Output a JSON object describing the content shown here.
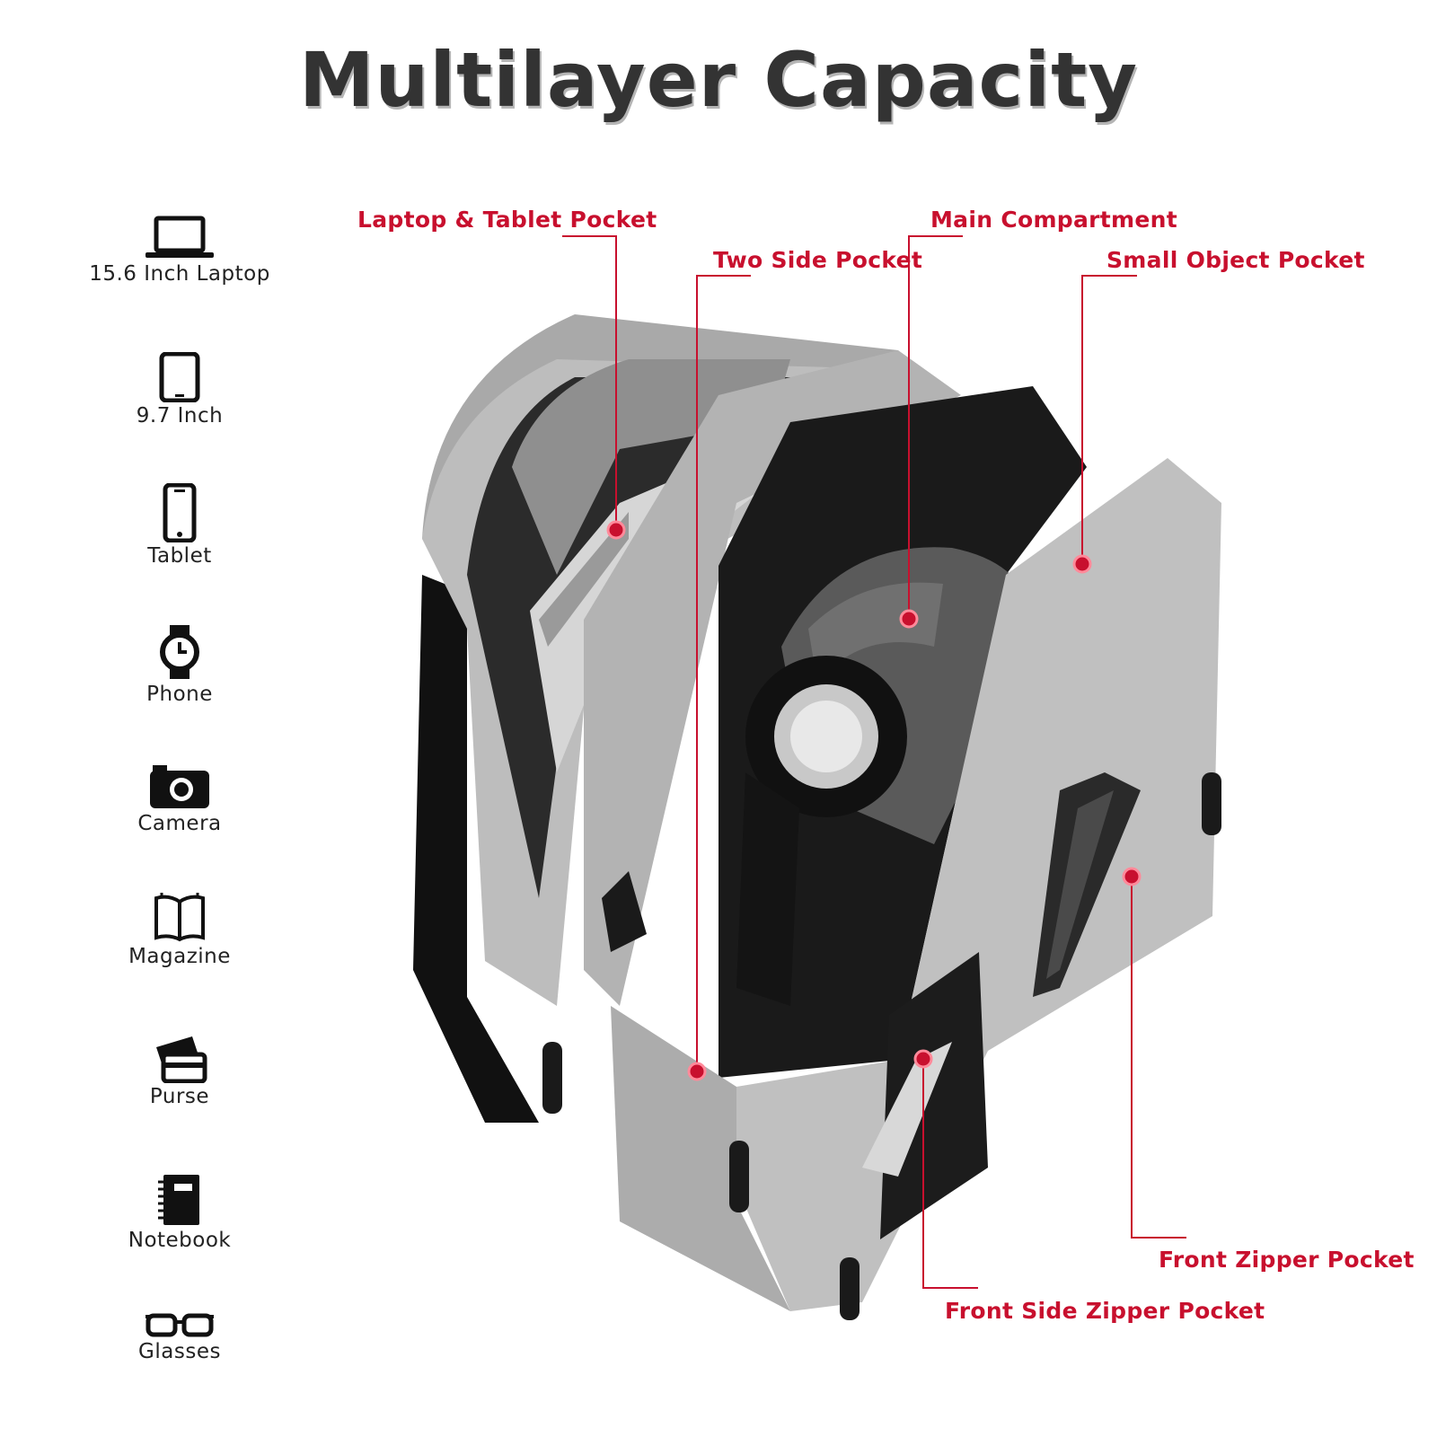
{
  "title": "Multilayer Capacity",
  "colors": {
    "accent": "#c8102e",
    "title": "#333333",
    "bag_body": "#b9b9b9",
    "bag_shadow": "#8e8e8e",
    "lining": "#1a1a1a"
  },
  "items": [
    {
      "label": "15.6 Inch Laptop",
      "icon": "laptop-icon"
    },
    {
      "label": "9.7 Inch",
      "icon": "tablet-icon"
    },
    {
      "label": "Tablet",
      "icon": "smartphone-icon"
    },
    {
      "label": "Phone",
      "icon": "watch-icon"
    },
    {
      "label": "Camera",
      "icon": "camera-icon"
    },
    {
      "label": "Magazine",
      "icon": "book-icon"
    },
    {
      "label": "Purse",
      "icon": "wallet-icon"
    },
    {
      "label": "Notebook",
      "icon": "notebook-icon"
    },
    {
      "label": "Glasses",
      "icon": "glasses-icon"
    }
  ],
  "callouts": [
    {
      "label": "Laptop & Tablet Pocket"
    },
    {
      "label": "Two Side Pocket"
    },
    {
      "label": "Main Compartment"
    },
    {
      "label": "Small Object Pocket"
    },
    {
      "label": "Front Zipper Pocket"
    },
    {
      "label": "Front Side Zipper Pocket"
    }
  ]
}
